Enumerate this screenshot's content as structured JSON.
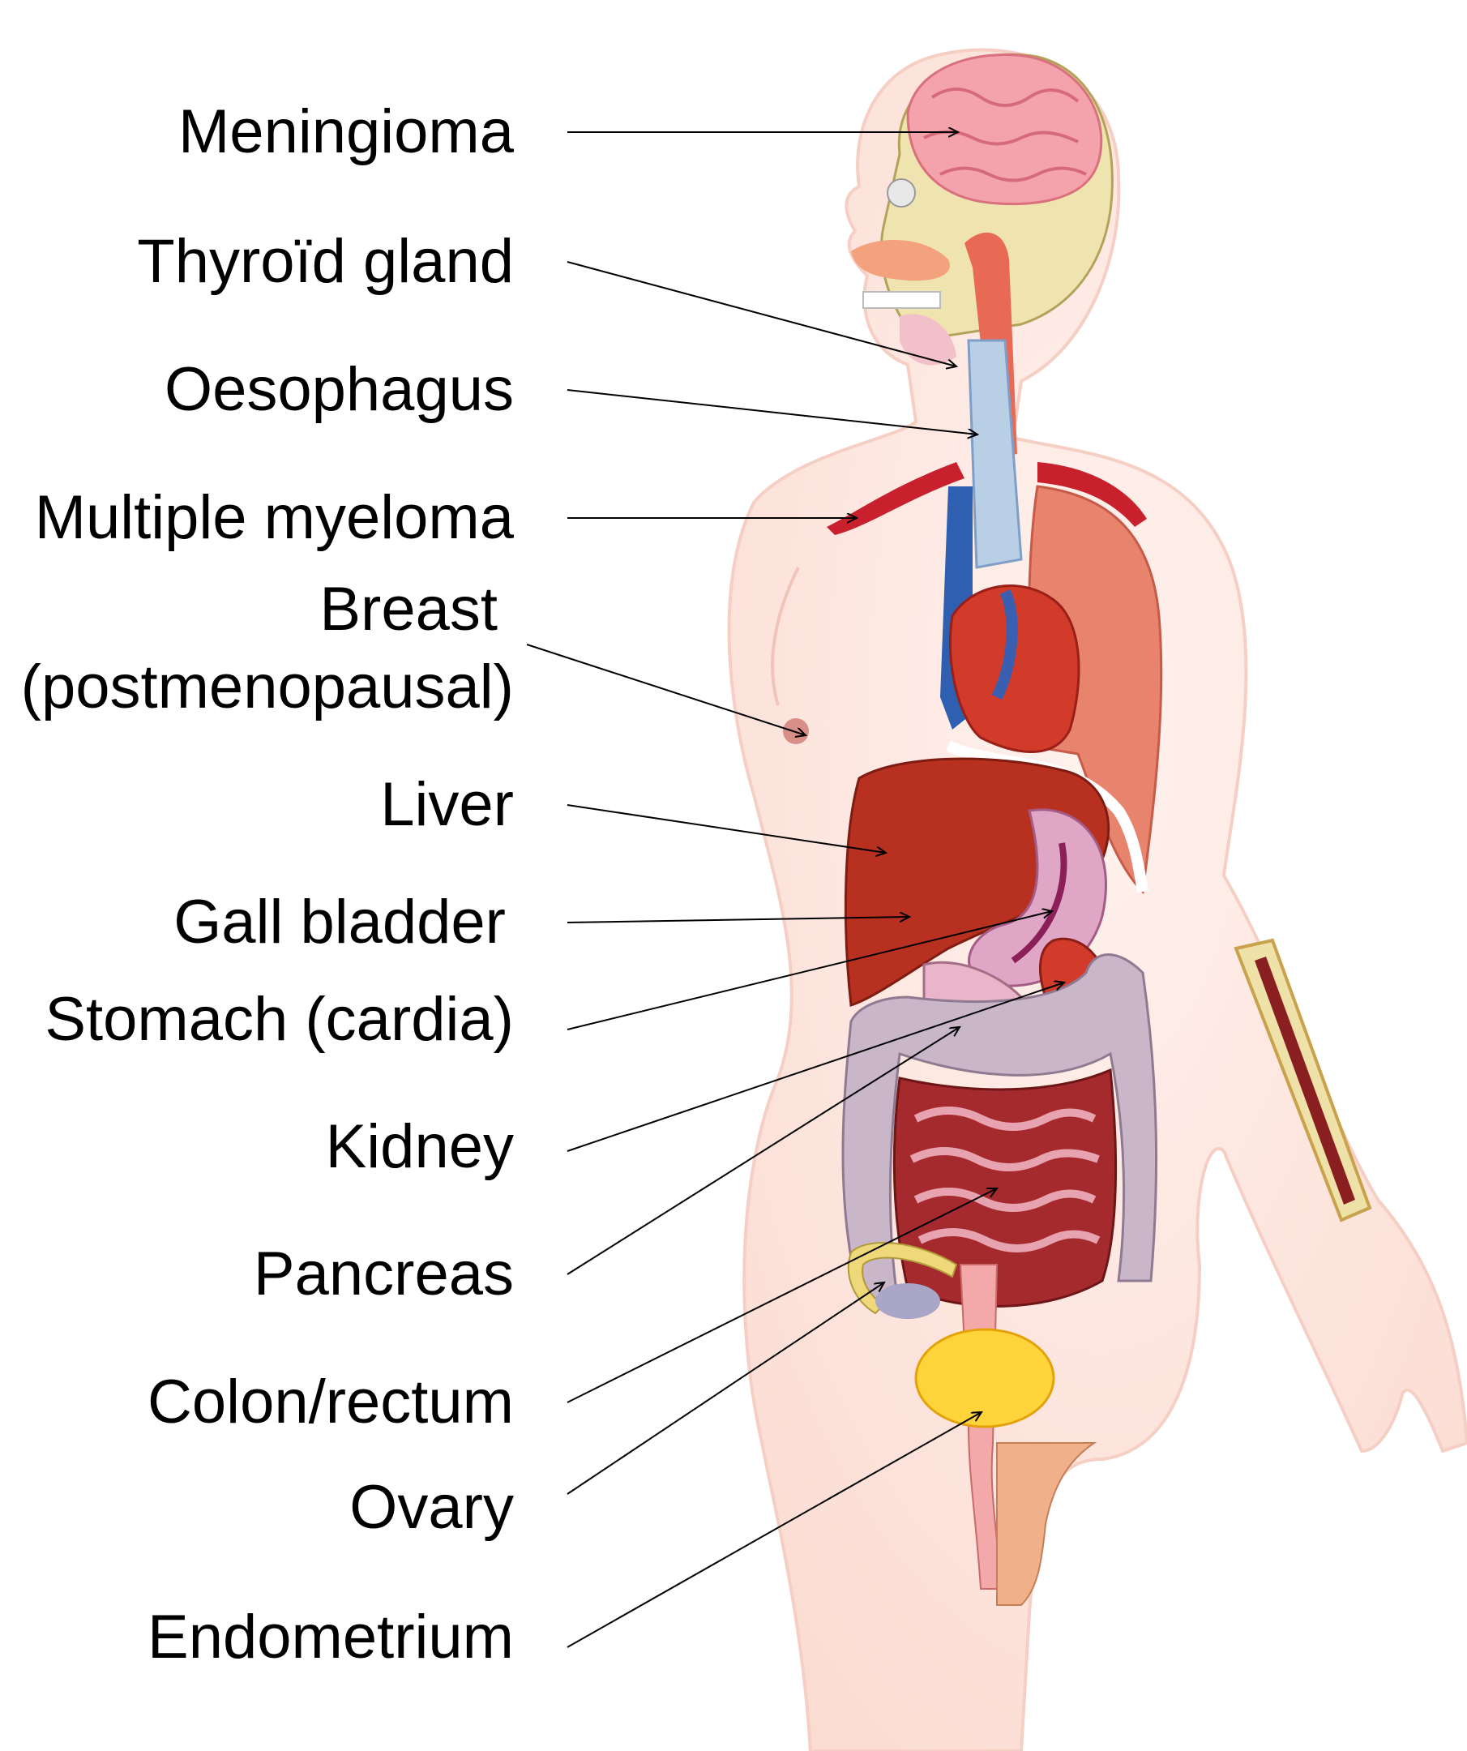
{
  "labels": [
    {
      "id": "meningioma",
      "text": "Meningioma"
    },
    {
      "id": "thyroid",
      "text": "Thyroïd gland"
    },
    {
      "id": "oesophagus",
      "text": "Oesophagus"
    },
    {
      "id": "myeloma",
      "text": "Multiple myeloma"
    },
    {
      "id": "breast",
      "text": "Breast",
      "text2": "(postmenopausal)"
    },
    {
      "id": "liver",
      "text": "Liver"
    },
    {
      "id": "gallbladder",
      "text": "Gall bladder"
    },
    {
      "id": "stomach",
      "text": "Stomach (cardia)"
    },
    {
      "id": "kidney",
      "text": "Kidney"
    },
    {
      "id": "pancreas",
      "text": "Pancreas"
    },
    {
      "id": "colon",
      "text": "Colon/rectum"
    },
    {
      "id": "ovary",
      "text": "Ovary"
    },
    {
      "id": "endometrium",
      "text": "Endometrium"
    }
  ],
  "colors": {
    "skin": "#fde4dc",
    "skin_edge": "#f6cfc4",
    "brain": "#f4a3ad",
    "skull": "#efe3b0",
    "artery": "#c8202c",
    "vein": "#2f5fb0",
    "lung": "#e8836e",
    "heart": "#d23a2a",
    "liver": "#b8301f",
    "intestine": "#a52a2e",
    "colon": "#c9b6c9",
    "bladder": "#ffd43a",
    "stomach": "#e0a6c6"
  }
}
